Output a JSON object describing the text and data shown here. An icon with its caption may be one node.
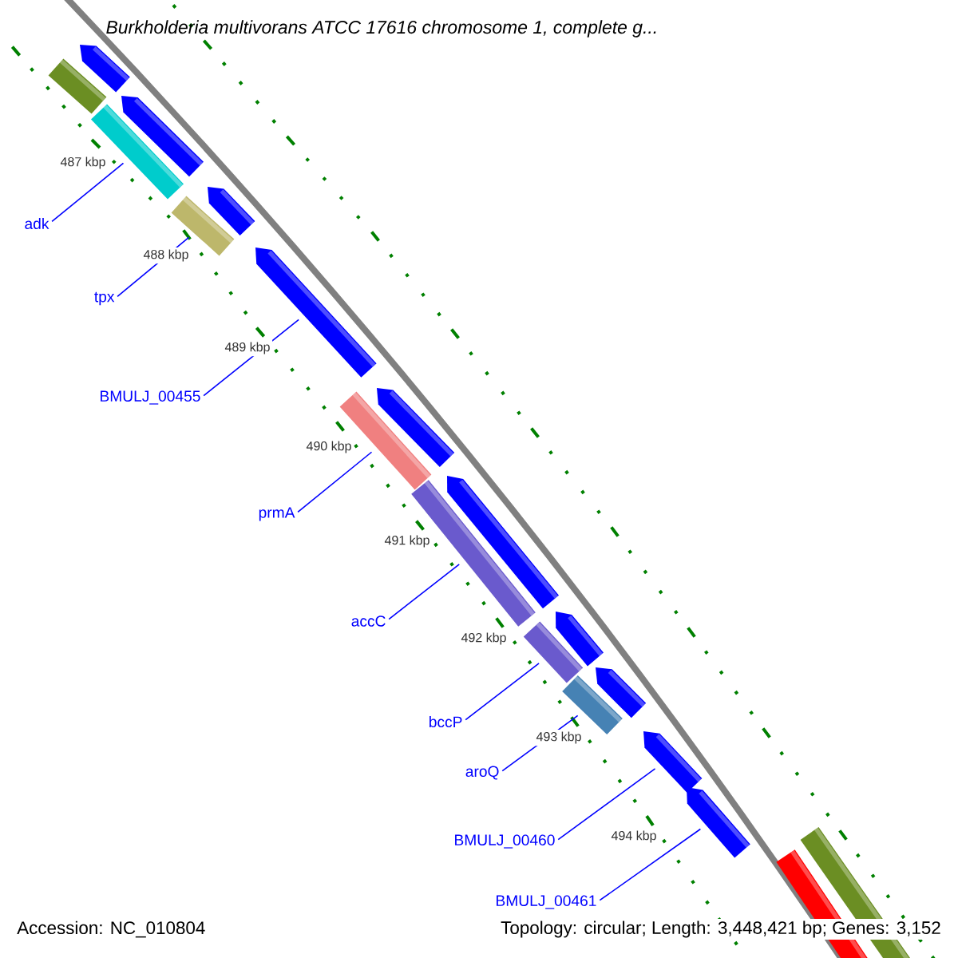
{
  "diagram": {
    "title": "Burkholderia multivorans ATCC 17616 chromosome 1, complete g...",
    "nodes": [
      {
        "text": [
          "adk"
        ]
      },
      {
        "text": [
          "tpx"
        ]
      },
      {
        "text": [
          "BMULJ_00455"
        ]
      },
      {
        "text": [
          "prmA"
        ]
      },
      {
        "text": [
          "accC"
        ]
      },
      {
        "text": [
          "bccP"
        ]
      },
      {
        "text": [
          "aroQ"
        ]
      },
      {
        "text": [
          "BMULJ_00460"
        ]
      },
      {
        "text": [
          "BMULJ_00461"
        ]
      },
      {
        "text": [],
        "shape": "bar"
      },
      {
        "text": [],
        "shape": "bar"
      },
      {
        "text": [],
        "shape": "arrow"
      },
      {
        "text": [],
        "shape": "bar"
      },
      {
        "text": [],
        "shape": "bar"
      },
      {
        "text": [],
        "shape": "bar"
      },
      {
        "text": [],
        "shape": "bar"
      },
      {
        "text": [],
        "shape": "arrow"
      },
      {
        "text": [],
        "shape": "arrow"
      }
    ],
    "edges": [
      {
        "from": 0,
        "to": 9,
        "arrow": "none"
      },
      {
        "from": 1,
        "to": 10,
        "arrow": "none"
      },
      {
        "from": 2,
        "to": 11,
        "arrow": "none"
      },
      {
        "from": 3,
        "to": 12,
        "arrow": "none"
      },
      {
        "from": 4,
        "to": 13,
        "arrow": "none"
      },
      {
        "from": 5,
        "to": 14,
        "arrow": "none"
      },
      {
        "from": 6,
        "to": 15,
        "arrow": "none"
      },
      {
        "from": 7,
        "to": 16,
        "arrow": "none"
      },
      {
        "from": 8,
        "to": 17,
        "arrow": "none"
      }
    ],
    "labels": [
      "487 kbp",
      "488 kbp",
      "489 kbp",
      "490 kbp",
      "491 kbp",
      "492 kbp",
      "493 kbp",
      "494 kbp",
      "Accession: NC_010804",
      "Topology: circular; Length: 3,448,421 bp; Genes: 3,152"
    ]
  }
}
